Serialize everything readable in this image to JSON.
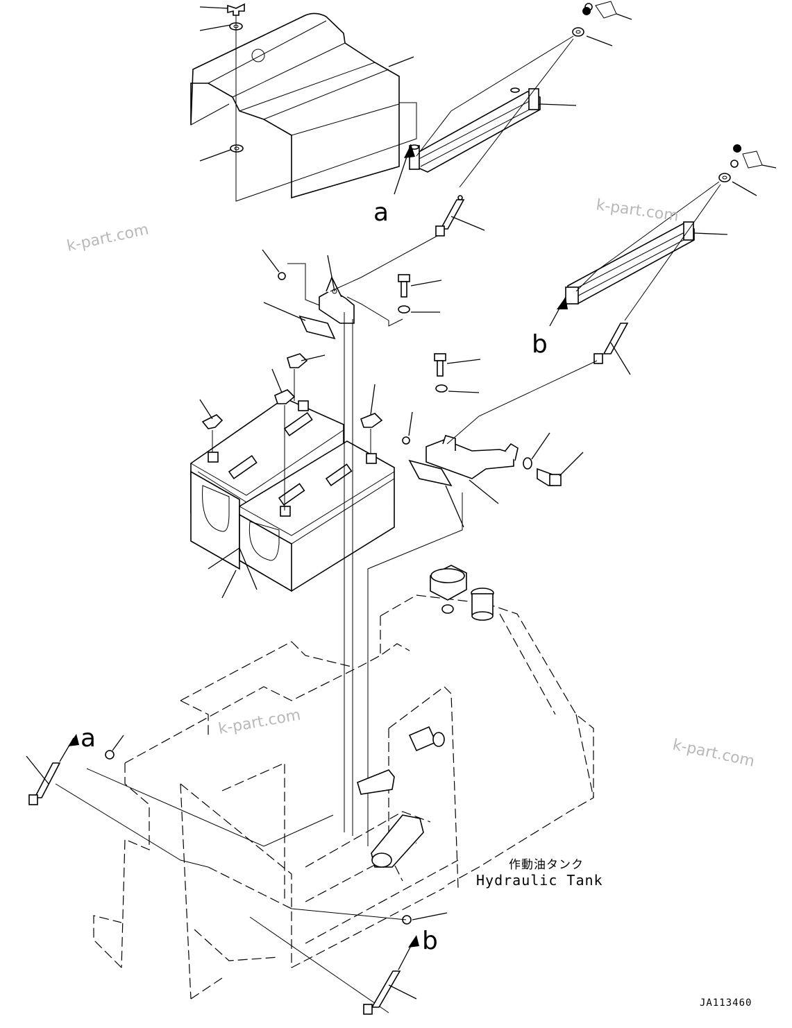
{
  "diagram": {
    "callouts": {
      "a_top": "a",
      "b_top": "b",
      "a_left": "a",
      "b_bottom": "b"
    },
    "watermarks": [
      "k-part.com",
      "k-part.com",
      "k-part.com",
      "k-part.com"
    ],
    "tank_label": {
      "japanese": "作動油タンク",
      "english": "Hydraulic Tank"
    },
    "drawing_code": "JA113460"
  }
}
